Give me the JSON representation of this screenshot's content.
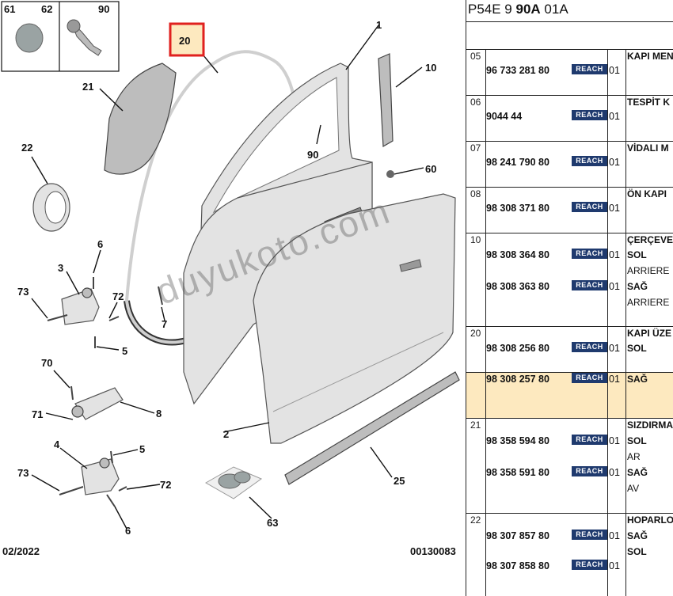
{
  "diagram": {
    "callouts": [
      "61",
      "62",
      "90",
      "20",
      "1",
      "21",
      "10",
      "22",
      "90",
      "60",
      "6",
      "3",
      "72",
      "73",
      "7",
      "5",
      "70",
      "8",
      "71",
      "2",
      "4",
      "5",
      "73",
      "72",
      "25",
      "6",
      "63"
    ],
    "date": "02/2022",
    "image_code": "00130083",
    "highlight_color": "#e0211f"
  },
  "watermark": "duyukoto.com",
  "table": {
    "ref_prefix": "P54E 9 ",
    "ref_bold": "90A",
    "ref_suffix": " 01A",
    "reach_label": "REACH",
    "groups": [
      {
        "code": "05",
        "highlight": false,
        "lines": [
          {
            "pn": "96 733 281 80",
            "qty": "01"
          }
        ],
        "desc": [
          {
            "t": "KAPI MEN",
            "b": true
          }
        ]
      },
      {
        "code": "06",
        "highlight": false,
        "lines": [
          {
            "pn": "9044 44",
            "qty": "01"
          }
        ],
        "desc": [
          {
            "t": "TESPİT K",
            "b": true
          }
        ]
      },
      {
        "code": "07",
        "highlight": false,
        "lines": [
          {
            "pn": "98 241 790 80",
            "qty": "01"
          }
        ],
        "desc": [
          {
            "t": "VİDALI M",
            "b": true
          }
        ]
      },
      {
        "code": "08",
        "highlight": false,
        "lines": [
          {
            "pn": "98 308 371 80",
            "qty": "01"
          }
        ],
        "desc": [
          {
            "t": "ÖN KAPI",
            "b": true
          }
        ]
      },
      {
        "code": "10",
        "highlight": false,
        "lines": [
          {
            "pn": "98 308 364 80",
            "qty": "01"
          },
          {
            "pn": "98 308 363 80",
            "qty": "01"
          }
        ],
        "desc": [
          {
            "t": "ÇERÇEVE",
            "b": true
          },
          {
            "t": "SOL",
            "b": true
          },
          {
            "t": "ARRIERE",
            "b": false
          },
          {
            "t": "SAĞ",
            "b": true
          },
          {
            "t": "ARRIERE",
            "b": false
          }
        ]
      },
      {
        "code": "20",
        "highlight": false,
        "lines": [
          {
            "pn": "98 308 256 80",
            "qty": "01"
          }
        ],
        "desc": [
          {
            "t": "KAPI ÜZE",
            "b": true
          },
          {
            "t": "SOL",
            "b": true
          }
        ]
      },
      {
        "code": "",
        "highlight": true,
        "lines": [
          {
            "pn": "98 308 257 80",
            "qty": "01"
          }
        ],
        "desc": [
          {
            "t": "SAĞ",
            "b": true
          }
        ]
      },
      {
        "code": "21",
        "highlight": false,
        "lines": [
          {
            "pn": "98 358 594 80",
            "qty": "01"
          },
          {
            "pn": "98 358 591 80",
            "qty": "01"
          }
        ],
        "desc": [
          {
            "t": "SIZDIRMA",
            "b": true
          },
          {
            "t": "SOL",
            "b": true
          },
          {
            "t": "AR",
            "b": false
          },
          {
            "t": "SAĞ",
            "b": true
          },
          {
            "t": "AV",
            "b": false
          }
        ]
      },
      {
        "code": "22",
        "highlight": false,
        "lines": [
          {
            "pn": "98 307 857 80",
            "qty": "01"
          },
          {
            "pn": "98 307 858 80",
            "qty": "01"
          }
        ],
        "desc": [
          {
            "t": "HOPARLO",
            "b": true
          },
          {
            "t": "SAĞ",
            "b": true
          },
          {
            "t": "SOL",
            "b": true
          }
        ]
      }
    ]
  }
}
